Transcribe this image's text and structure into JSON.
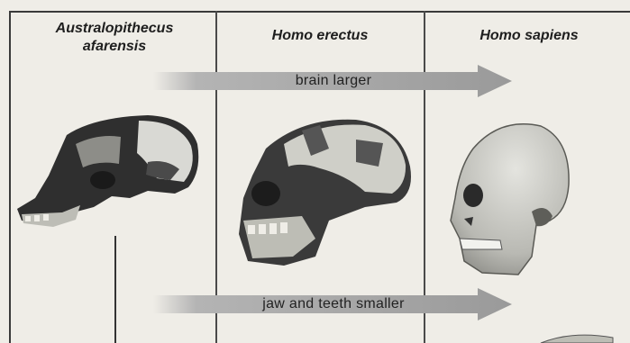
{
  "columns": [
    {
      "title_line1": "Australopithecus",
      "title_line2": "afarensis"
    },
    {
      "title_line1": "Homo erectus"
    },
    {
      "title_line1": "Homo sapiens"
    }
  ],
  "arrows": {
    "top_label": "brain larger",
    "bottom_label": "jaw and teeth smaller"
  },
  "icons": [
    "australopithecus-skull-icon",
    "homo-erectus-skull-icon",
    "homo-sapiens-skull-icon"
  ],
  "colors": {
    "arrow_fill": "#a6a6a6",
    "line": "#3a3a3a",
    "background": "#efede7"
  }
}
